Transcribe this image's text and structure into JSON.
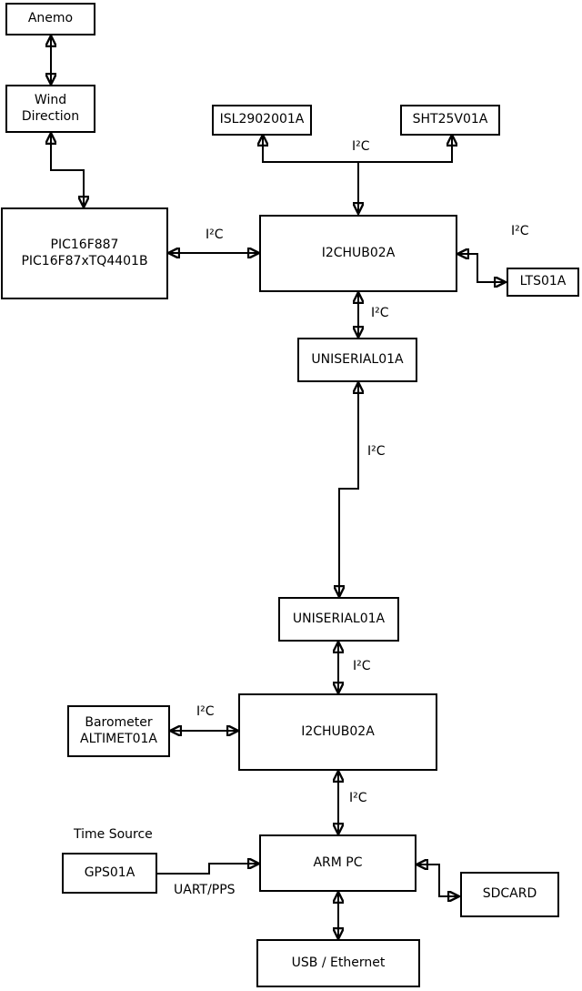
{
  "diagram": {
    "background_color": "#ffffff",
    "line_color": "#000000",
    "text_color": "#000000"
  },
  "nodes": {
    "anemo": {
      "label": "Anemo"
    },
    "wind_direction": {
      "label": "Wind\nDirection"
    },
    "pic": {
      "label": "PIC16F887\nPIC16F87xTQ4401B"
    },
    "isl": {
      "label": "ISL2902001A"
    },
    "sht": {
      "label": "SHT25V01A"
    },
    "hub1": {
      "label": "I2CHUB02A"
    },
    "lts": {
      "label": "LTS01A"
    },
    "uniserial1": {
      "label": "UNISERIAL01A"
    },
    "uniserial2": {
      "label": "UNISERIAL01A"
    },
    "hub2": {
      "label": "I2CHUB02A"
    },
    "barometer": {
      "label": "Barometer\nALTIMET01A"
    },
    "gps": {
      "label": "GPS01A"
    },
    "arm_pc": {
      "label": "ARM PC"
    },
    "sdcard": {
      "label": "SDCARD"
    },
    "usb_ethernet": {
      "label": "USB / Ethernet"
    }
  },
  "edge_labels": {
    "i2c_sensors": "I²C",
    "i2c_pic": "I²C",
    "i2c_lts": "I²C",
    "i2c_hub1_serial": "I²C",
    "i2c_serial_link": "I²C",
    "i2c_serial_hub2": "I²C",
    "i2c_barometer": "I²C",
    "i2c_hub2_arm": "I²C",
    "uart_pps": "UART/PPS",
    "time_source": "Time Source"
  }
}
